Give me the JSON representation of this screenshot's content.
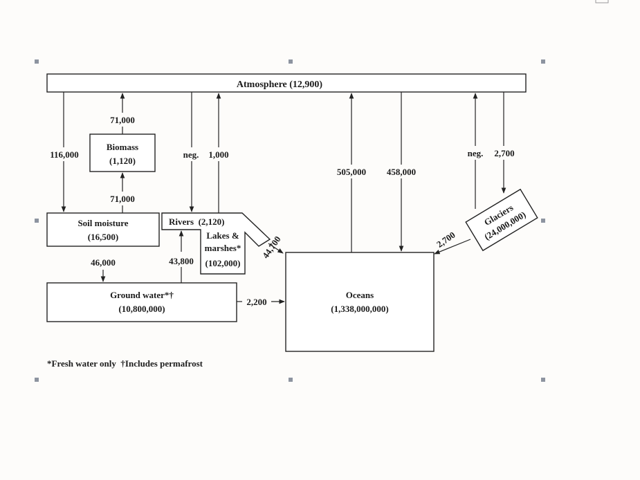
{
  "nodes": {
    "atmosphere": "Atmosphere (12,900)",
    "biomass_name": "Biomass",
    "biomass_value": "(1,120)",
    "soil_name": "Soil moisture",
    "soil_value": "(16,500)",
    "rivers": "Rivers  (2,120)",
    "lakes_line1": "Lakes &",
    "lakes_line2": "marshes*",
    "lakes_value": "(102,000)",
    "groundwater_name": "Ground water*†",
    "groundwater_value": "(10,800,000)",
    "oceans_name": "Oceans",
    "oceans_value": "(1,338,000,000)",
    "glaciers_name": "Glaciers",
    "glaciers_value": "(24,000,000)"
  },
  "flows": {
    "atm_soil": "116,000",
    "biomass_atm": "71,000",
    "soil_biomass": "71,000",
    "atm_rivers": "neg.",
    "lakes_atm": "1,000",
    "oceans_atm": "505,000",
    "atm_oceans": "458,000",
    "glaciers_atm": "neg.",
    "atm_glaciers": "2,700",
    "glaciers_oceans": "2,700",
    "rivers_oceans": "44,700",
    "soil_ground": "46,000",
    "ground_lakes": "43,800",
    "ground_oceans": "2,200"
  },
  "footnote": "*Fresh water only  †Includes permafrost"
}
